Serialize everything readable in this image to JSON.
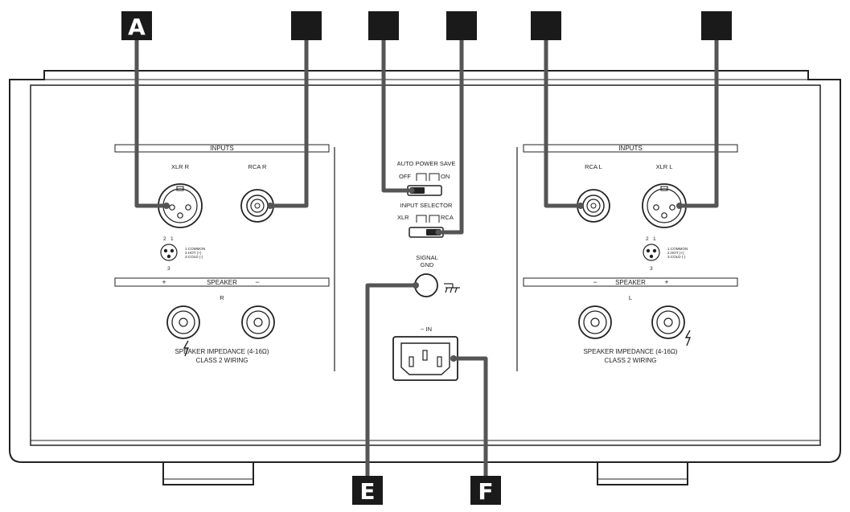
{
  "callouts": {
    "a": "A",
    "e": "E",
    "f": "F"
  },
  "right_panel": {
    "inputs_label": "INPUTS",
    "xlr_label": "XLR R",
    "rca_label": "RCA R",
    "pin_legend": [
      "1.COMMON",
      "2.HOT (+)",
      "3.COLD (-)"
    ],
    "pin_numbers": [
      "2",
      "1",
      "3"
    ],
    "speaker_label": "SPEAKER",
    "plus": "+",
    "minus": "−",
    "channel": "R",
    "impedance": "SPEAKER IMPEDANCE (4-16Ω)",
    "wiring": "CLASS 2 WIRING"
  },
  "left_panel": {
    "inputs_label": "INPUTS",
    "rca_label": "RCA L",
    "xlr_label": "XLR L",
    "pin_legend": [
      "1.COMMON",
      "2.HOT (+)",
      "3.COLD (-)"
    ],
    "pin_numbers": [
      "2",
      "1",
      "3"
    ],
    "speaker_label": "SPEAKER",
    "plus": "+",
    "minus": "−",
    "channel": "L",
    "impedance": "SPEAKER IMPEDANCE (4-16Ω)",
    "wiring": "CLASS 2 WIRING"
  },
  "center": {
    "auto_power_save": "AUTO POWER SAVE",
    "off": "OFF",
    "on": "ON",
    "input_selector": "INPUT SELECTOR",
    "xlr": "XLR",
    "rca": "RCA",
    "signal": "SIGNAL",
    "gnd": "GND",
    "ac_in": "~ IN"
  },
  "colors": {
    "line": "#222222",
    "callout": "#1a1a1a",
    "leader": "#555555",
    "panel": "#ffffff"
  },
  "icons": [
    "xlr-connector-icon",
    "rca-jack-icon",
    "speaker-terminal-icon",
    "toggle-switch-icon",
    "ground-symbol-icon",
    "iec-power-inlet-icon",
    "lightning-bolt-icon"
  ]
}
